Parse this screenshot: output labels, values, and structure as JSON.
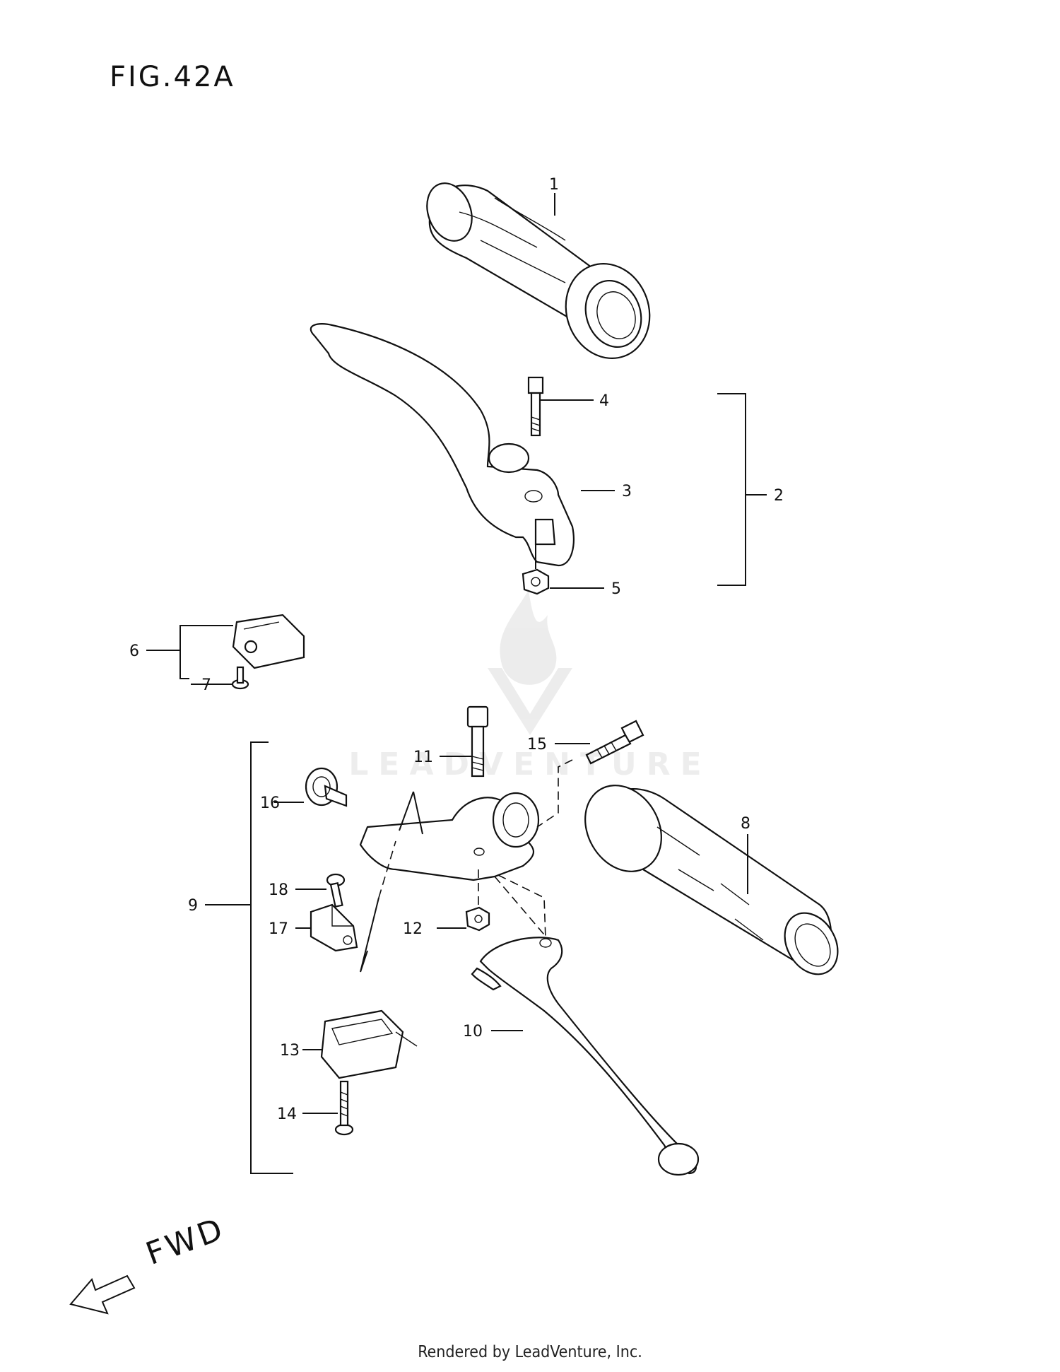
{
  "figure": {
    "title": "FIG.42A",
    "watermark": "LEADVENTURE",
    "direction_label": "FWD",
    "footer": "Rendered by LeadVenture, Inc."
  },
  "callouts": [
    "1",
    "2",
    "3",
    "4",
    "5",
    "6",
    "7",
    "8",
    "9",
    "10",
    "11",
    "12",
    "13",
    "14",
    "15",
    "16",
    "17",
    "18"
  ],
  "icons": {
    "watermark_logo": "flame-v-logo",
    "direction_arrow": "fwd-arrow-icon"
  }
}
